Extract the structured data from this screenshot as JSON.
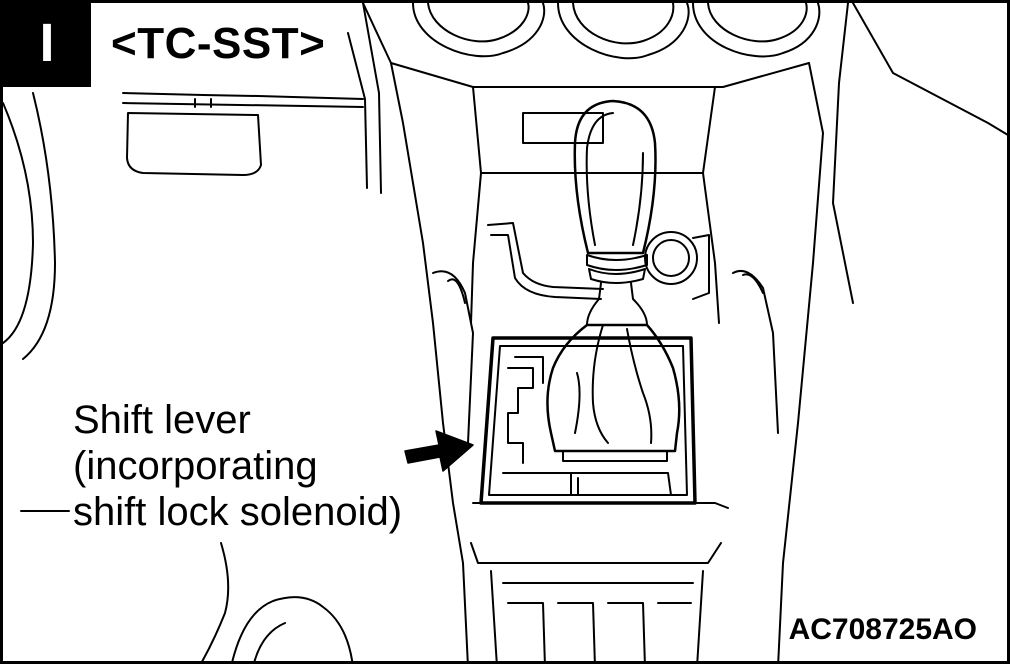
{
  "panel": {
    "index": "I",
    "variant": "<TC-SST>"
  },
  "callout": {
    "lines": [
      "Shift lever",
      "(incorporating",
      "shift lock solenoid)"
    ]
  },
  "figure_code": "AC708725AO"
}
